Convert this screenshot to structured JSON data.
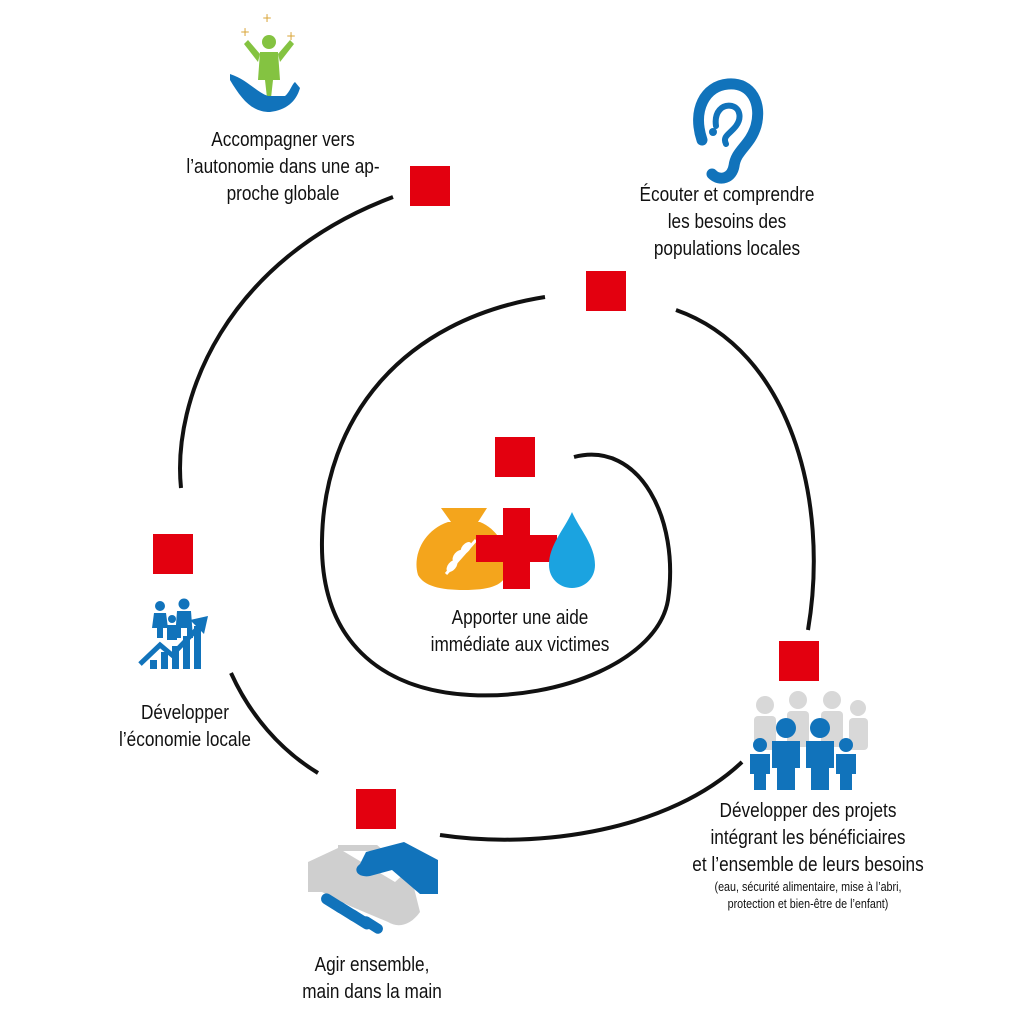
{
  "colors": {
    "marker": "#e3000f",
    "accent_blue": "#1173bb",
    "drop_blue": "#1ba3e0",
    "grain_orange": "#f4a51c",
    "person_green": "#84c341",
    "star_gold": "#d9a437",
    "hand_gray": "#cfcfcf",
    "line": "#111111"
  },
  "steps": [
    {
      "id": "autonomy",
      "icon": "person-in-hand-icon",
      "lines": [
        "Accompagner vers",
        "l’autonomie dans une ap-",
        "proche globale"
      ]
    },
    {
      "id": "listen",
      "icon": "ear-icon",
      "lines": [
        "Écouter et comprendre",
        "les besoins des",
        "populations locales"
      ]
    },
    {
      "id": "aid",
      "icon": "relief-supplies-icon",
      "lines": [
        "Apporter une aide",
        "immédiate aux victimes"
      ]
    },
    {
      "id": "projects",
      "icon": "community-group-icon",
      "lines": [
        "Développer des projets",
        "intégrant les bénéficiaires",
        "et l’ensemble de leurs besoins"
      ],
      "note": [
        "(eau, sécurité alimentaire, mise à l’abri,",
        "protection et bien-être de l’enfant)"
      ]
    },
    {
      "id": "together",
      "icon": "handshake-icon",
      "lines": [
        "Agir ensemble,",
        "main dans la main"
      ]
    },
    {
      "id": "economy",
      "icon": "family-growth-chart-icon",
      "lines": [
        "Développer",
        "l’économie locale"
      ]
    }
  ]
}
